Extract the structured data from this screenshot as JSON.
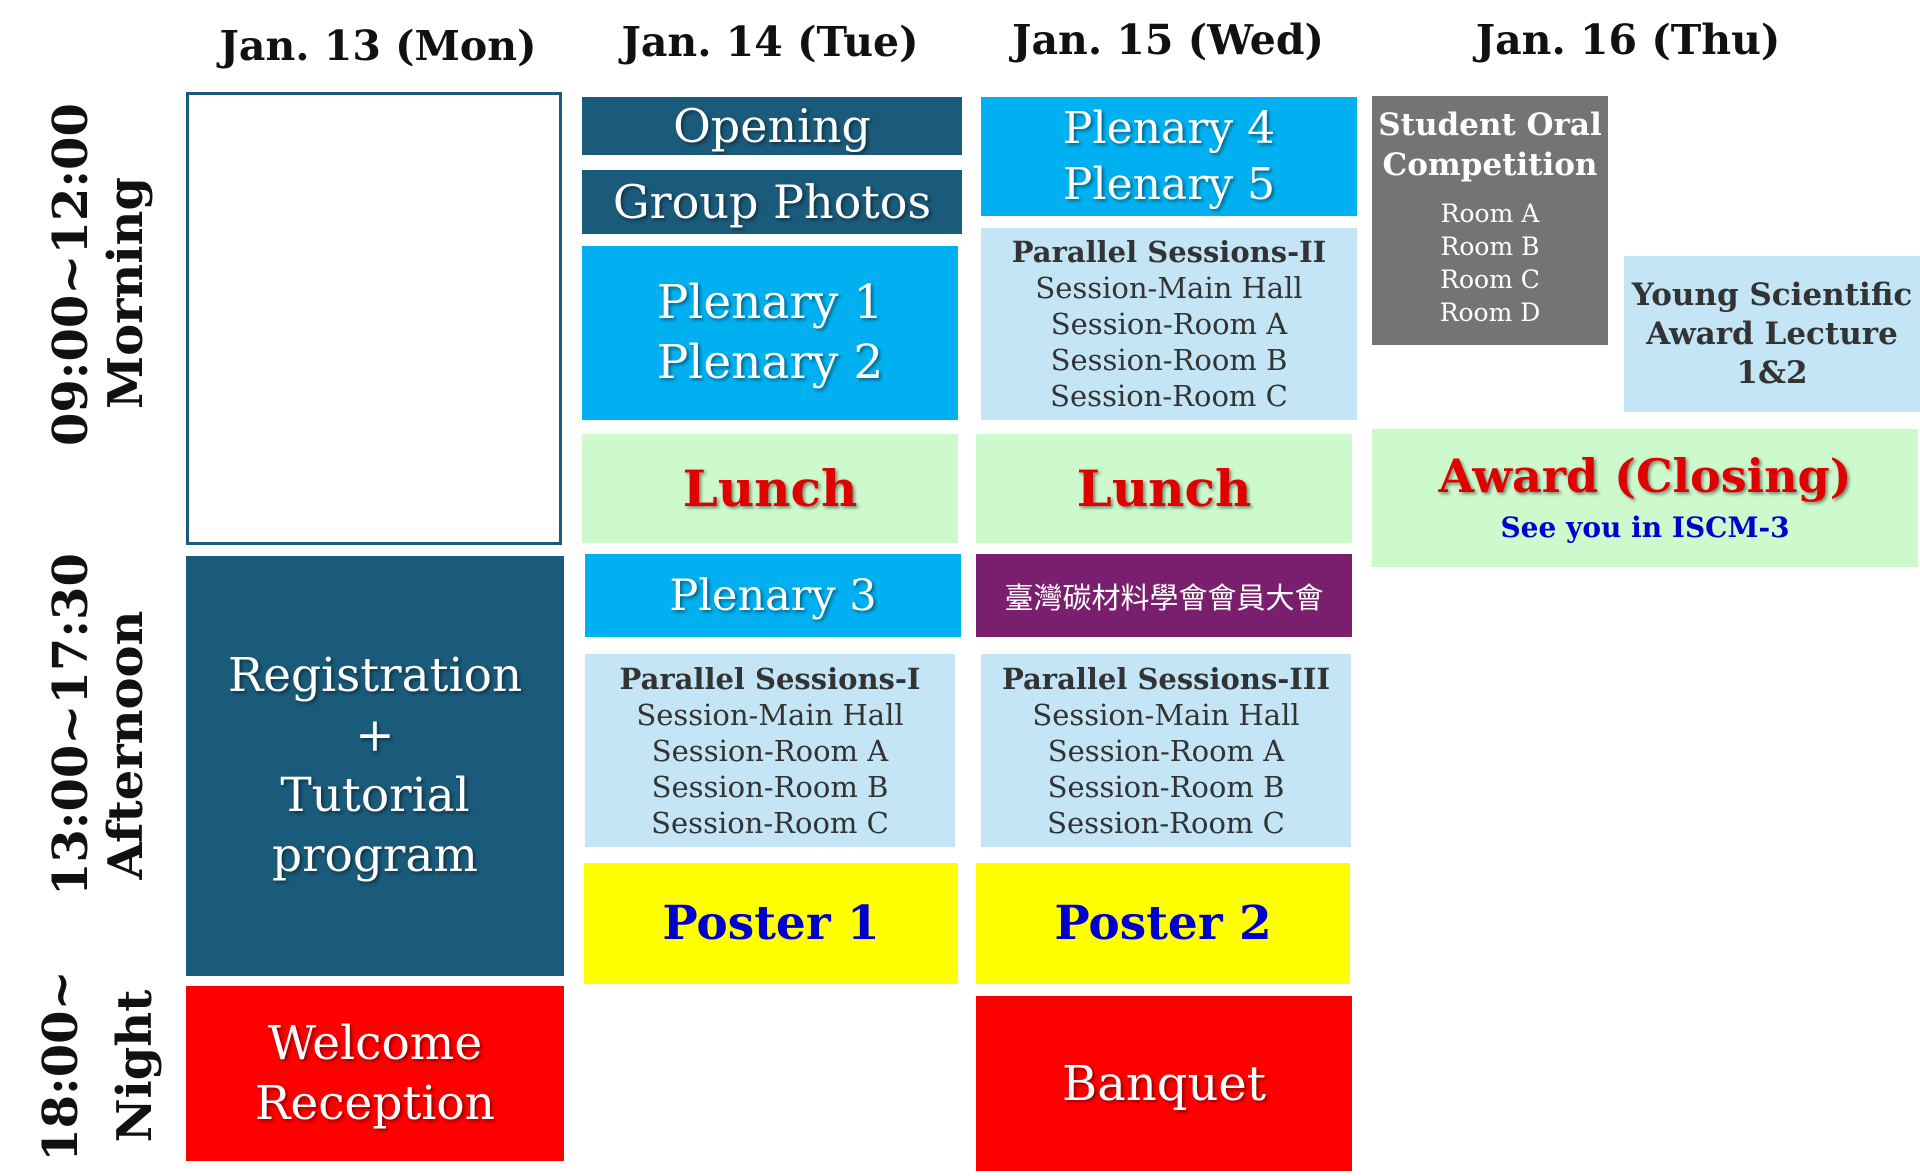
{
  "headers": {
    "mon": "Jan. 13 (Mon)",
    "tue": "Jan. 14 (Tue)",
    "wed": "Jan. 15 (Wed)",
    "thu": "Jan. 16 (Thu)"
  },
  "periods": {
    "morning": {
      "time": "09:00~12:00",
      "name": "Morning"
    },
    "afternoon": {
      "time": "13:00~17:30",
      "name": "Afternoon"
    },
    "night": {
      "time": "18:00~",
      "name": "Night"
    }
  },
  "mon": {
    "registration": [
      "Registration",
      "+",
      "Tutorial",
      "program"
    ],
    "welcome": [
      "Welcome",
      "Reception"
    ]
  },
  "tue": {
    "opening": "Opening",
    "group_photos": "Group Photos",
    "plenary12": [
      "Plenary 1",
      "Plenary 2"
    ],
    "lunch": "Lunch",
    "plenary3": "Plenary 3",
    "parallel1": [
      "Parallel Sessions-I",
      "Session-Main Hall",
      "Session-Room A",
      "Session-Room B",
      "Session-Room C"
    ],
    "poster": "Poster 1"
  },
  "wed": {
    "plenary45": [
      "Plenary 4",
      "Plenary 5"
    ],
    "parallel2": [
      "Parallel Sessions-II",
      "Session-Main Hall",
      "Session-Room A",
      "Session-Room B",
      "Session-Room C"
    ],
    "lunch": "Lunch",
    "assembly": "臺灣碳材料學會會員大會",
    "parallel3": [
      "Parallel Sessions-III",
      "Session-Main Hall",
      "Session-Room A",
      "Session-Room B",
      "Session-Room C"
    ],
    "poster": "Poster 2",
    "banquet": "Banquet"
  },
  "thu": {
    "student_oral": [
      "Student Oral",
      "Competition"
    ],
    "rooms": [
      "Room A",
      "Room B",
      "Room C",
      "Room D"
    ],
    "young": [
      "Young Scientific",
      "Award Lecture",
      "1&2"
    ],
    "award": "Award (Closing)",
    "see_you": "See you in ISCM-3"
  },
  "colors": {
    "dark_blue": "#1a5a7a",
    "cyan": "#00b0f0",
    "pale_blue": "#c3e5f5",
    "mint": "#cdfacd",
    "yellow": "#ffff00",
    "red": "#ff0000",
    "grey": "#747474",
    "purple": "#7a1f6e",
    "lunch_text": "#e00000",
    "poster_text": "#0000cc"
  }
}
